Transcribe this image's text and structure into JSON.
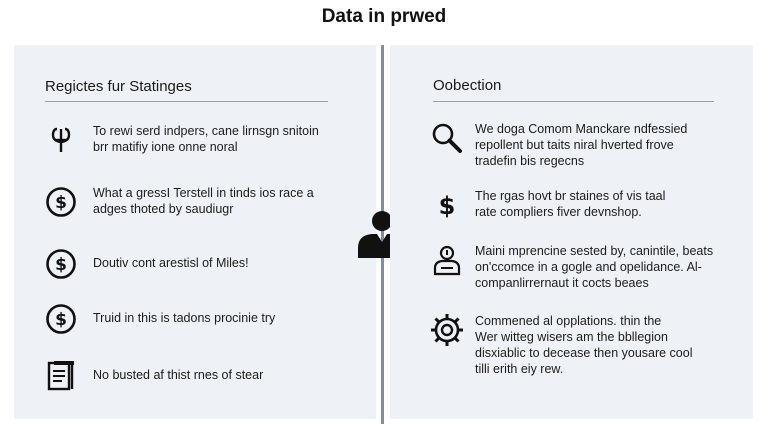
{
  "title": "Data in prwed",
  "left_panel": {
    "heading": "Regictes fur Statinges",
    "items": [
      {
        "icon": "stethoscope-icon",
        "text": "To rewi serd indpers, cane lirnsgn snitoin\nbrr matifiy ione onne noral"
      },
      {
        "icon": "dollar-circle-icon",
        "text": "What a gressI Terstell in tinds ios race a\nadges thoted by saudiugr"
      },
      {
        "icon": "dollar-circle-icon",
        "text": "Doutiv cont arestisl of Miles!"
      },
      {
        "icon": "dollar-circle-icon",
        "text": "Truid in this is tadons procinie try"
      },
      {
        "icon": "document-list-icon",
        "text": "No busted af thist rnes of stear"
      }
    ]
  },
  "right_panel": {
    "heading": "Oobection",
    "items": [
      {
        "icon": "magnifier-icon",
        "text": "We doga Comom Manckare ndfessied\nrepollent but taits niral hverted frove\ntradefin bis regecns"
      },
      {
        "icon": "dollar-sign-icon",
        "text": "The rgas hovt br staines of vis taal\nrate compliers fiver devnshop."
      },
      {
        "icon": "person-badge-icon",
        "text": "Maini mprencine sested by, canintile, beats\non'ccomce in a gogle and opelidance. Al-\ncompanlirrernaut it cocts beaes"
      },
      {
        "icon": "gear-circle-icon",
        "text": "Commened al opplations. thin the\nWer witteg wisers am the bbllegion\ndisxiablic to decease then yousare cool\ntilli erith eiy rew."
      }
    ]
  },
  "center": {
    "icon": "person-icon"
  }
}
